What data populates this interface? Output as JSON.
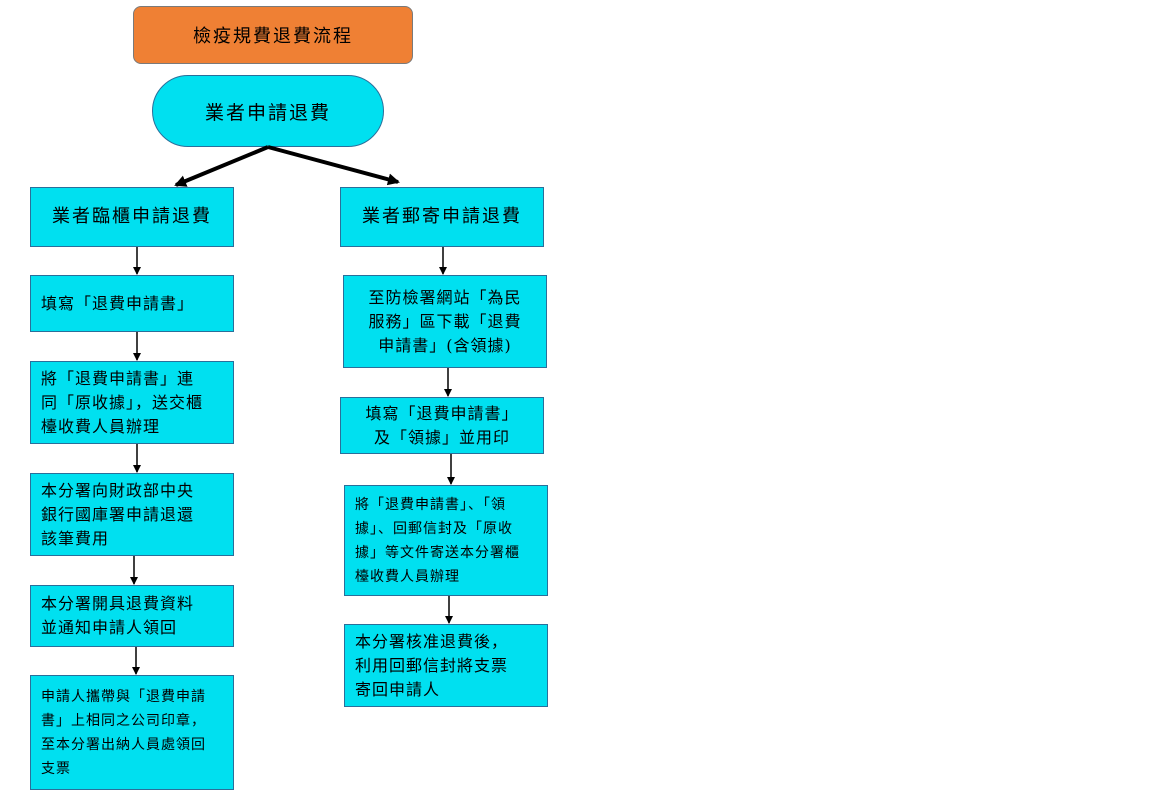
{
  "diagram": {
    "title": "檢疫規費退費流程",
    "start": "業者申請退費",
    "left_branch": {
      "header": "業者臨櫃申請退費",
      "steps": [
        "填寫「退費申請書」",
        "將「退費申請書」連\n同「原收據」，送交櫃\n檯收費人員辦理",
        "本分署向財政部中央\n銀行國庫署申請退還\n該筆費用",
        "本分署開具退費資料\n並通知申請人領回",
        "申請人攜帶與「退費申請\n書」上相同之公司印章，\n至本分署出納人員處領回\n支票"
      ]
    },
    "right_branch": {
      "header": "業者郵寄申請退費",
      "steps": [
        "至防檢署網站「為民\n服務」區下載「退費\n申請書」(含領據)",
        "填寫「退費申請書」\n及「領據」並用印",
        "將「退費申請書」、「領\n據」、回郵信封及「原收\n據」等文件寄送本分署櫃\n檯收費人員辦理",
        "本分署核准退費後，\n利用回郵信封將支票\n寄回申請人"
      ]
    }
  }
}
